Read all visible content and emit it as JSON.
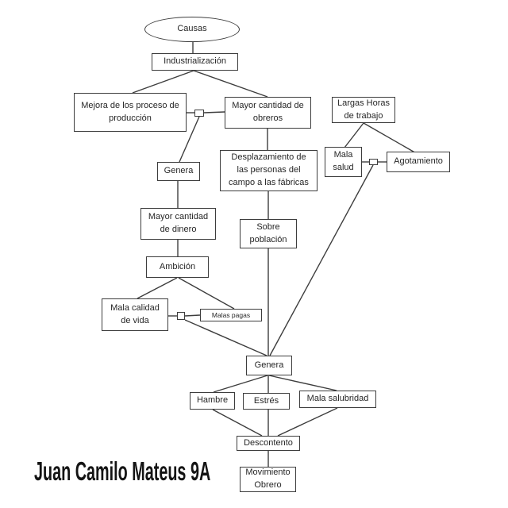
{
  "diagram": {
    "nodes": {
      "causas": {
        "label": "Causas",
        "shape": "ellipse"
      },
      "industrializacion": {
        "label": "Industrialización",
        "shape": "rect"
      },
      "mejora_procesos": {
        "label": "Mejora de los proceso de\nproducción",
        "shape": "rect"
      },
      "mayor_obreros": {
        "label": "Mayor cantidad de\nobreros",
        "shape": "rect"
      },
      "largas_horas": {
        "label": "Largas Horas\nde trabajo",
        "shape": "rect"
      },
      "genera_1": {
        "label": "Genera",
        "shape": "rect"
      },
      "desplazamiento": {
        "label": "Desplazamiento de\nlas personas del\ncampo a las fábricas",
        "shape": "rect"
      },
      "mala_salud": {
        "label": "Mala\nsalud",
        "shape": "rect"
      },
      "agotamiento": {
        "label": "Agotamiento",
        "shape": "rect"
      },
      "mayor_dinero": {
        "label": "Mayor cantidad\nde dinero",
        "shape": "rect"
      },
      "sobre_poblacion": {
        "label": "Sobre\npoblación",
        "shape": "rect"
      },
      "ambicion": {
        "label": "Ambición",
        "shape": "rect"
      },
      "mala_calidad_vida": {
        "label": "Mala calidad\nde vida",
        "shape": "rect"
      },
      "malas_pagas": {
        "label": "Malas pagas",
        "shape": "rect"
      },
      "genera_2": {
        "label": "Genera",
        "shape": "rect"
      },
      "hambre": {
        "label": "Hambre",
        "shape": "rect"
      },
      "estres": {
        "label": "Estrés",
        "shape": "rect"
      },
      "mala_salubridad": {
        "label": "Mala salubridad",
        "shape": "rect"
      },
      "descontento": {
        "label": "Descontento",
        "shape": "rect"
      },
      "movimiento_obrero": {
        "label": "Movimiento\nObrero",
        "shape": "rect"
      }
    },
    "edges": [
      {
        "from": "causas",
        "to": "industrializacion"
      },
      {
        "from": "industrializacion",
        "to": "mejora_procesos"
      },
      {
        "from": "industrializacion",
        "to": "mayor_obreros"
      },
      {
        "from": "mejora_procesos",
        "to": "junction_1"
      },
      {
        "from": "junction_1",
        "to": "mayor_obreros"
      },
      {
        "from": "junction_1",
        "to": "genera_1"
      },
      {
        "from": "genera_1",
        "to": "mayor_dinero"
      },
      {
        "from": "mayor_obreros",
        "to": "desplazamiento"
      },
      {
        "from": "desplazamiento",
        "to": "sobre_poblacion"
      },
      {
        "from": "largas_horas",
        "to": "mala_salud"
      },
      {
        "from": "largas_horas",
        "to": "agotamiento"
      },
      {
        "from": "mala_salud",
        "to": "junction_2"
      },
      {
        "from": "junction_2",
        "to": "agotamiento"
      },
      {
        "from": "junction_2",
        "to": "genera_2"
      },
      {
        "from": "sobre_poblacion",
        "to": "genera_2"
      },
      {
        "from": "mayor_dinero",
        "to": "ambicion"
      },
      {
        "from": "ambicion",
        "to": "mala_calidad_vida"
      },
      {
        "from": "ambicion",
        "to": "malas_pagas"
      },
      {
        "from": "mala_calidad_vida",
        "to": "junction_3"
      },
      {
        "from": "junction_3",
        "to": "malas_pagas"
      },
      {
        "from": "junction_3",
        "to": "genera_2"
      },
      {
        "from": "genera_2",
        "to": "hambre"
      },
      {
        "from": "genera_2",
        "to": "estres"
      },
      {
        "from": "genera_2",
        "to": "mala_salubridad"
      },
      {
        "from": "hambre",
        "to": "descontento"
      },
      {
        "from": "estres",
        "to": "descontento"
      },
      {
        "from": "mala_salubridad",
        "to": "descontento"
      },
      {
        "from": "descontento",
        "to": "movimiento_obrero"
      }
    ],
    "colors": {
      "line": "#3d3d3d",
      "box_border": "#3d3d3d",
      "box_fill": "#ffffff",
      "text": "#262626",
      "signature": "#141414",
      "background": "#ffffff"
    }
  },
  "signature": {
    "text": "Juan Camilo Mateus 9A"
  }
}
